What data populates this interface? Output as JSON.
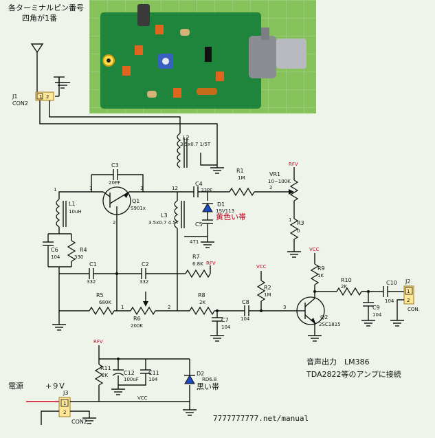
{
  "header": {
    "line1": "各ターミナルピン番号",
    "line2": "四角が1番"
  },
  "j1": {
    "ref": "J1",
    "name": "CON2",
    "pin1": "1",
    "pin2": "2"
  },
  "l2": {
    "ref": "L2",
    "spec": "3.5x0.7 1/5T"
  },
  "c3": {
    "ref": "C3",
    "val": "20PF"
  },
  "q1": {
    "ref": "Q1",
    "part": "S901x"
  },
  "l1": {
    "ref": "L1",
    "val": "10uH"
  },
  "l3": {
    "ref": "L3",
    "spec": "3.5x0.7 4.5T"
  },
  "c4": {
    "ref": "C4",
    "val": "33PF"
  },
  "r1": {
    "ref": "R1",
    "val": "1M"
  },
  "vr1": {
    "ref": "VR1",
    "val": "10~100K"
  },
  "d1": {
    "ref": "D1",
    "part": "1SV113",
    "note": "黄色い帯"
  },
  "c5": {
    "ref": "C5",
    "val": "471"
  },
  "c6": {
    "ref": "C6",
    "val": "104"
  },
  "r4": {
    "ref": "R4",
    "val": "330"
  },
  "r3": {
    "ref": "R3",
    "val": "0"
  },
  "r7": {
    "ref": "R7",
    "val": "6.8K"
  },
  "c1": {
    "ref": "C1",
    "val": "332"
  },
  "c2": {
    "ref": "C2",
    "val": "332"
  },
  "r5": {
    "ref": "R5",
    "val": "680K"
  },
  "r6": {
    "ref": "R6",
    "val": "200K"
  },
  "r8": {
    "ref": "R8",
    "val": "2K"
  },
  "c7": {
    "ref": "C7",
    "val": "104"
  },
  "c8": {
    "ref": "C8",
    "val": "104"
  },
  "r2": {
    "ref": "R2",
    "val": "1M"
  },
  "r9": {
    "ref": "R9",
    "val": "1K"
  },
  "r10": {
    "ref": "R10",
    "val": "2K"
  },
  "c10": {
    "ref": "C10",
    "val": "104"
  },
  "c9": {
    "ref": "C9",
    "val": "104"
  },
  "q2": {
    "ref": "Q2",
    "part": "2SC1815"
  },
  "j2": {
    "ref": "J2",
    "name": "CON.",
    "pin1": "1",
    "pin2": "2"
  },
  "r11": {
    "ref": "R11",
    "val": "2K"
  },
  "c12": {
    "ref": "C12",
    "val": "100uF"
  },
  "c11": {
    "ref": "C11",
    "val": "104"
  },
  "d2": {
    "ref": "D2",
    "part": "RD6.8",
    "note": "黒い帯"
  },
  "j3": {
    "ref": "J3",
    "name": "CON2",
    "pin1": "1",
    "pin2": "2"
  },
  "power_label": {
    "left": "電源",
    "right": "+９V"
  },
  "audio_note": {
    "line1": "音声出力　LM386",
    "line2": "TDA2822等のアンプに接続"
  },
  "nets": {
    "rfv": "RFV",
    "vcc": "VCC"
  },
  "pins": {
    "p1": "1",
    "p2": "2",
    "p3": "3",
    "p12": "12"
  },
  "footer": {
    "url": "7777777777.net/manual"
  },
  "colors": {
    "photo_bg": "#7ab84a",
    "pcb": "#1f8c3f",
    "grid_line": "#d8ecd0",
    "red_note": "#c8001e",
    "antenna": "#111111"
  }
}
